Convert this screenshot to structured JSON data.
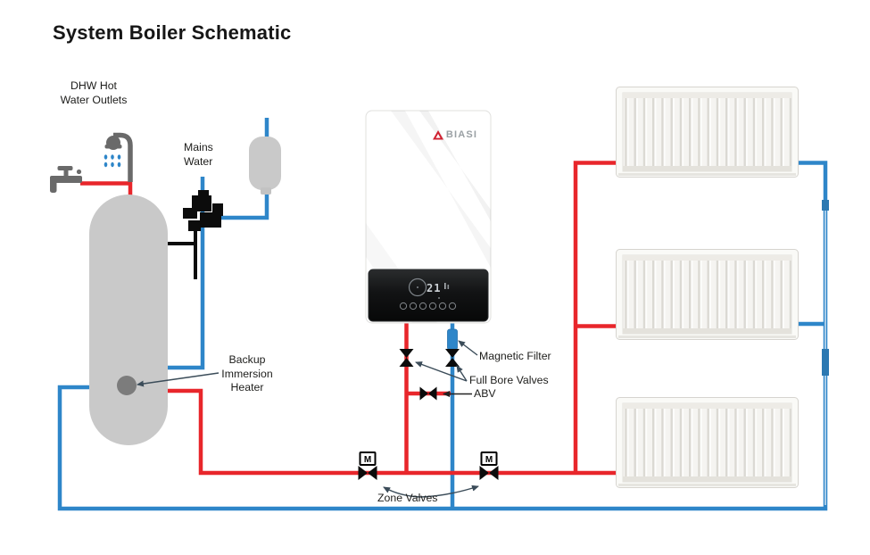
{
  "title": "System Boiler Schematic",
  "labels": {
    "dhw_outlets": "DHW Hot\nWater Outlets",
    "mains_water": "Mains\nWater",
    "immersion_heater": "Backup\nImmersion\nHeater",
    "magnetic_filter": "Magnetic Filter",
    "full_bore_valves": "Full Bore Valves",
    "abv": "ABV",
    "zone_valves": "Zone Valves"
  },
  "boiler": {
    "brand": "BIASI",
    "display_value": "21"
  },
  "valves": {
    "motor_letter": "M"
  },
  "colors": {
    "flow": "#e8262b",
    "return": "#2e86c9",
    "tank": "#c9c9c9",
    "arrow": "#3b4c59",
    "brand_red": "#cf2030"
  }
}
